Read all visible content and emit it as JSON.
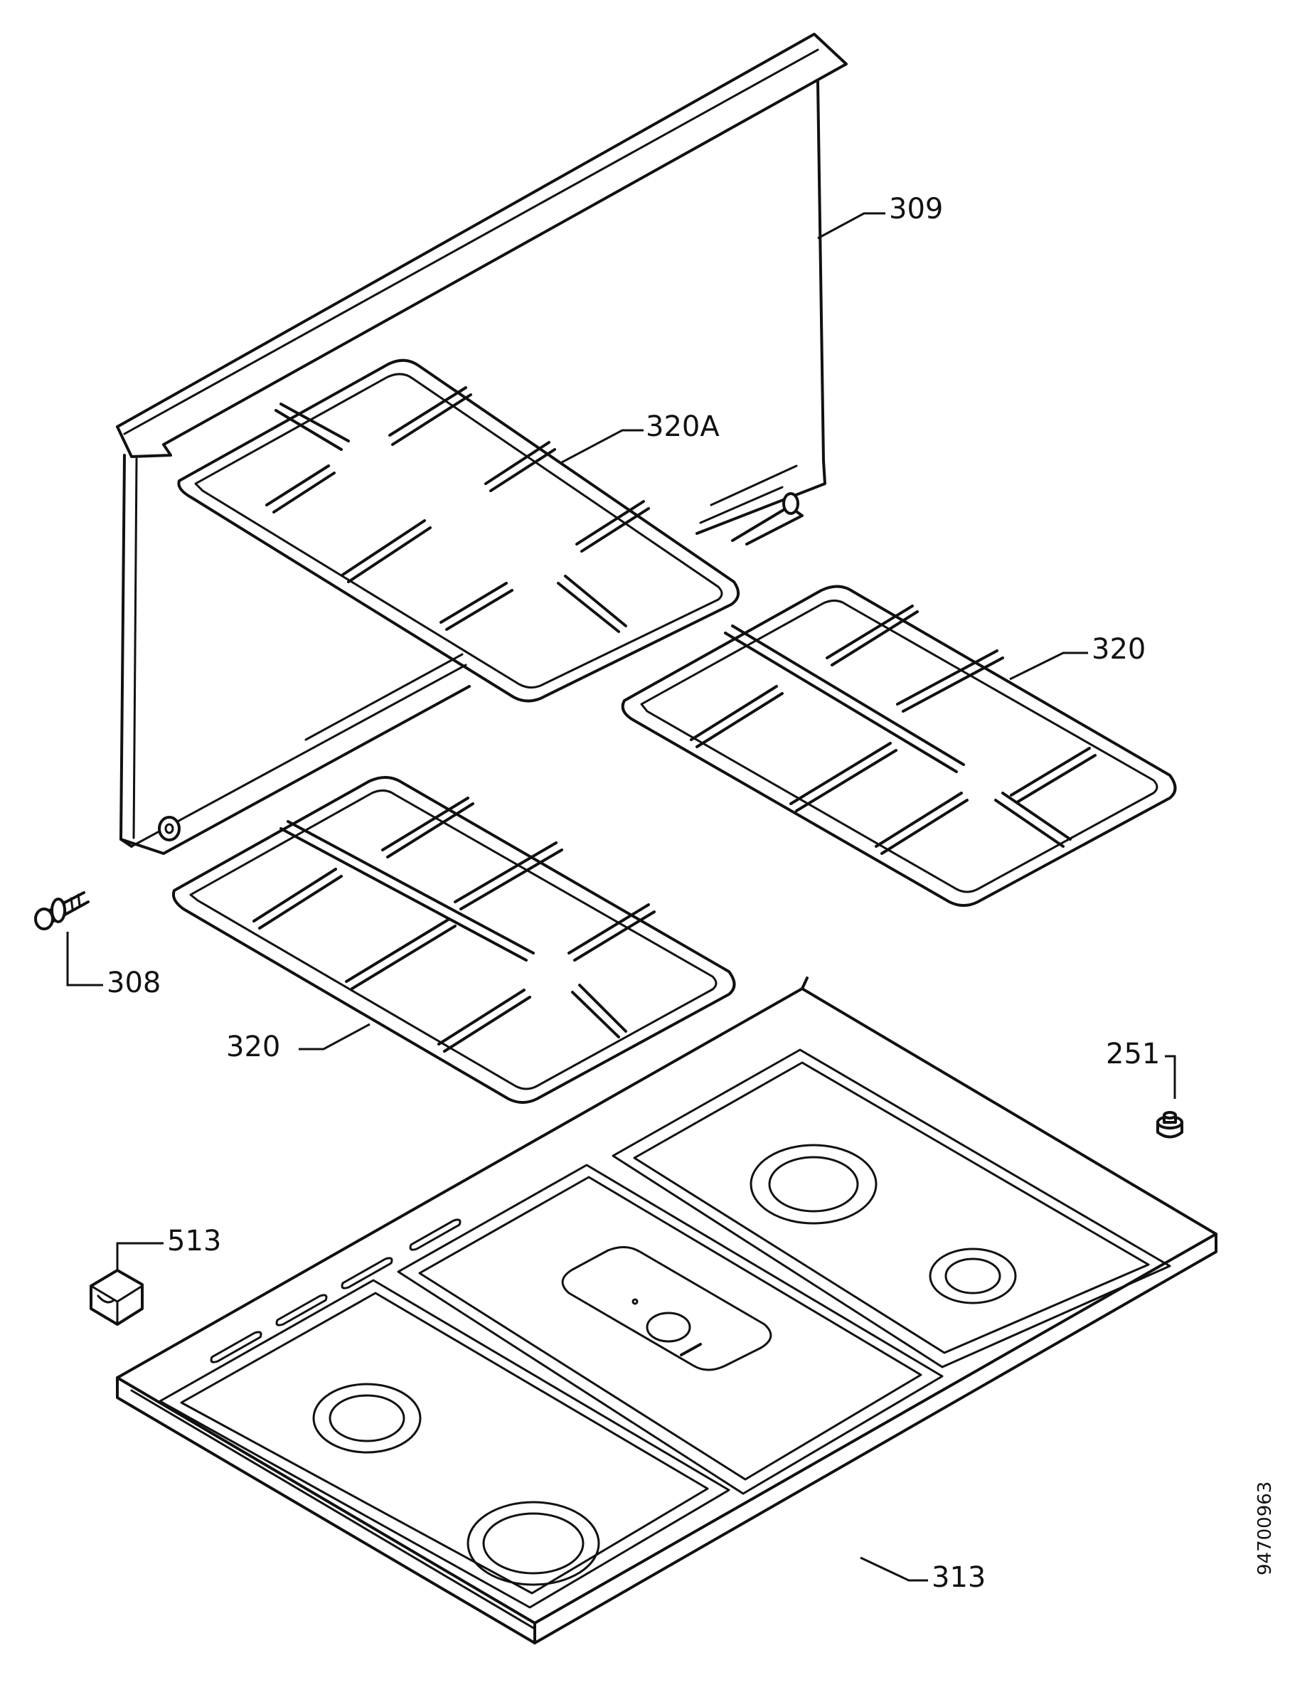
{
  "diagram": {
    "document_code": "94700963",
    "parts": [
      {
        "id": "309",
        "label": "309",
        "name": "back-panel"
      },
      {
        "id": "320A",
        "label": "320A",
        "name": "pan-support-top"
      },
      {
        "id": "320_right",
        "label": "320",
        "name": "pan-support-right"
      },
      {
        "id": "320_left",
        "label": "320",
        "name": "pan-support-left"
      },
      {
        "id": "308",
        "label": "308",
        "name": "hinge-screw"
      },
      {
        "id": "251",
        "label": "251",
        "name": "rubber-foot"
      },
      {
        "id": "513",
        "label": "513",
        "name": "clip"
      },
      {
        "id": "313",
        "label": "313",
        "name": "hob-top-plate"
      }
    ]
  }
}
